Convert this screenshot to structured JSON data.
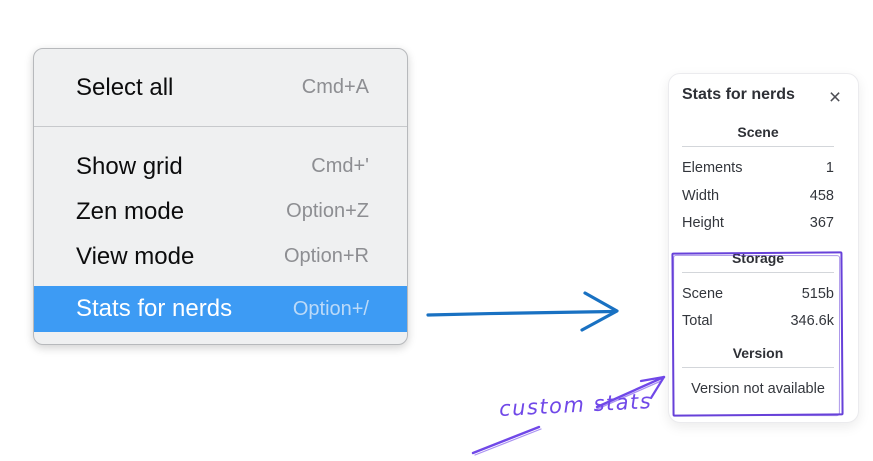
{
  "colors": {
    "menu_highlight": "#3d9bf4",
    "arrow_blue": "#1971c2",
    "annotation_violet": "#7048e8",
    "box_violet": "#6741d9"
  },
  "menu": {
    "items": [
      {
        "label": "Select all",
        "shortcut": "Cmd+A"
      },
      {
        "label": "Show grid",
        "shortcut": "Cmd+'"
      },
      {
        "label": "Zen mode",
        "shortcut": "Option+Z"
      },
      {
        "label": "View mode",
        "shortcut": "Option+R"
      },
      {
        "label": "Stats for nerds",
        "shortcut": "Option+/"
      }
    ],
    "selected_item": "Stats for nerds"
  },
  "stats_panel": {
    "title": "Stats for nerds",
    "close_icon": "×",
    "sections": [
      {
        "heading": "Scene",
        "rows": [
          {
            "label": "Elements",
            "value": "1"
          },
          {
            "label": "Width",
            "value": "458"
          },
          {
            "label": "Height",
            "value": "367"
          }
        ]
      },
      {
        "heading": "Storage",
        "rows": [
          {
            "label": "Scene",
            "value": "515b"
          },
          {
            "label": "Total",
            "value": "346.6k"
          }
        ]
      },
      {
        "heading": "Version",
        "note": "Version not available"
      }
    ]
  },
  "annotation": {
    "label": "custom stats"
  }
}
